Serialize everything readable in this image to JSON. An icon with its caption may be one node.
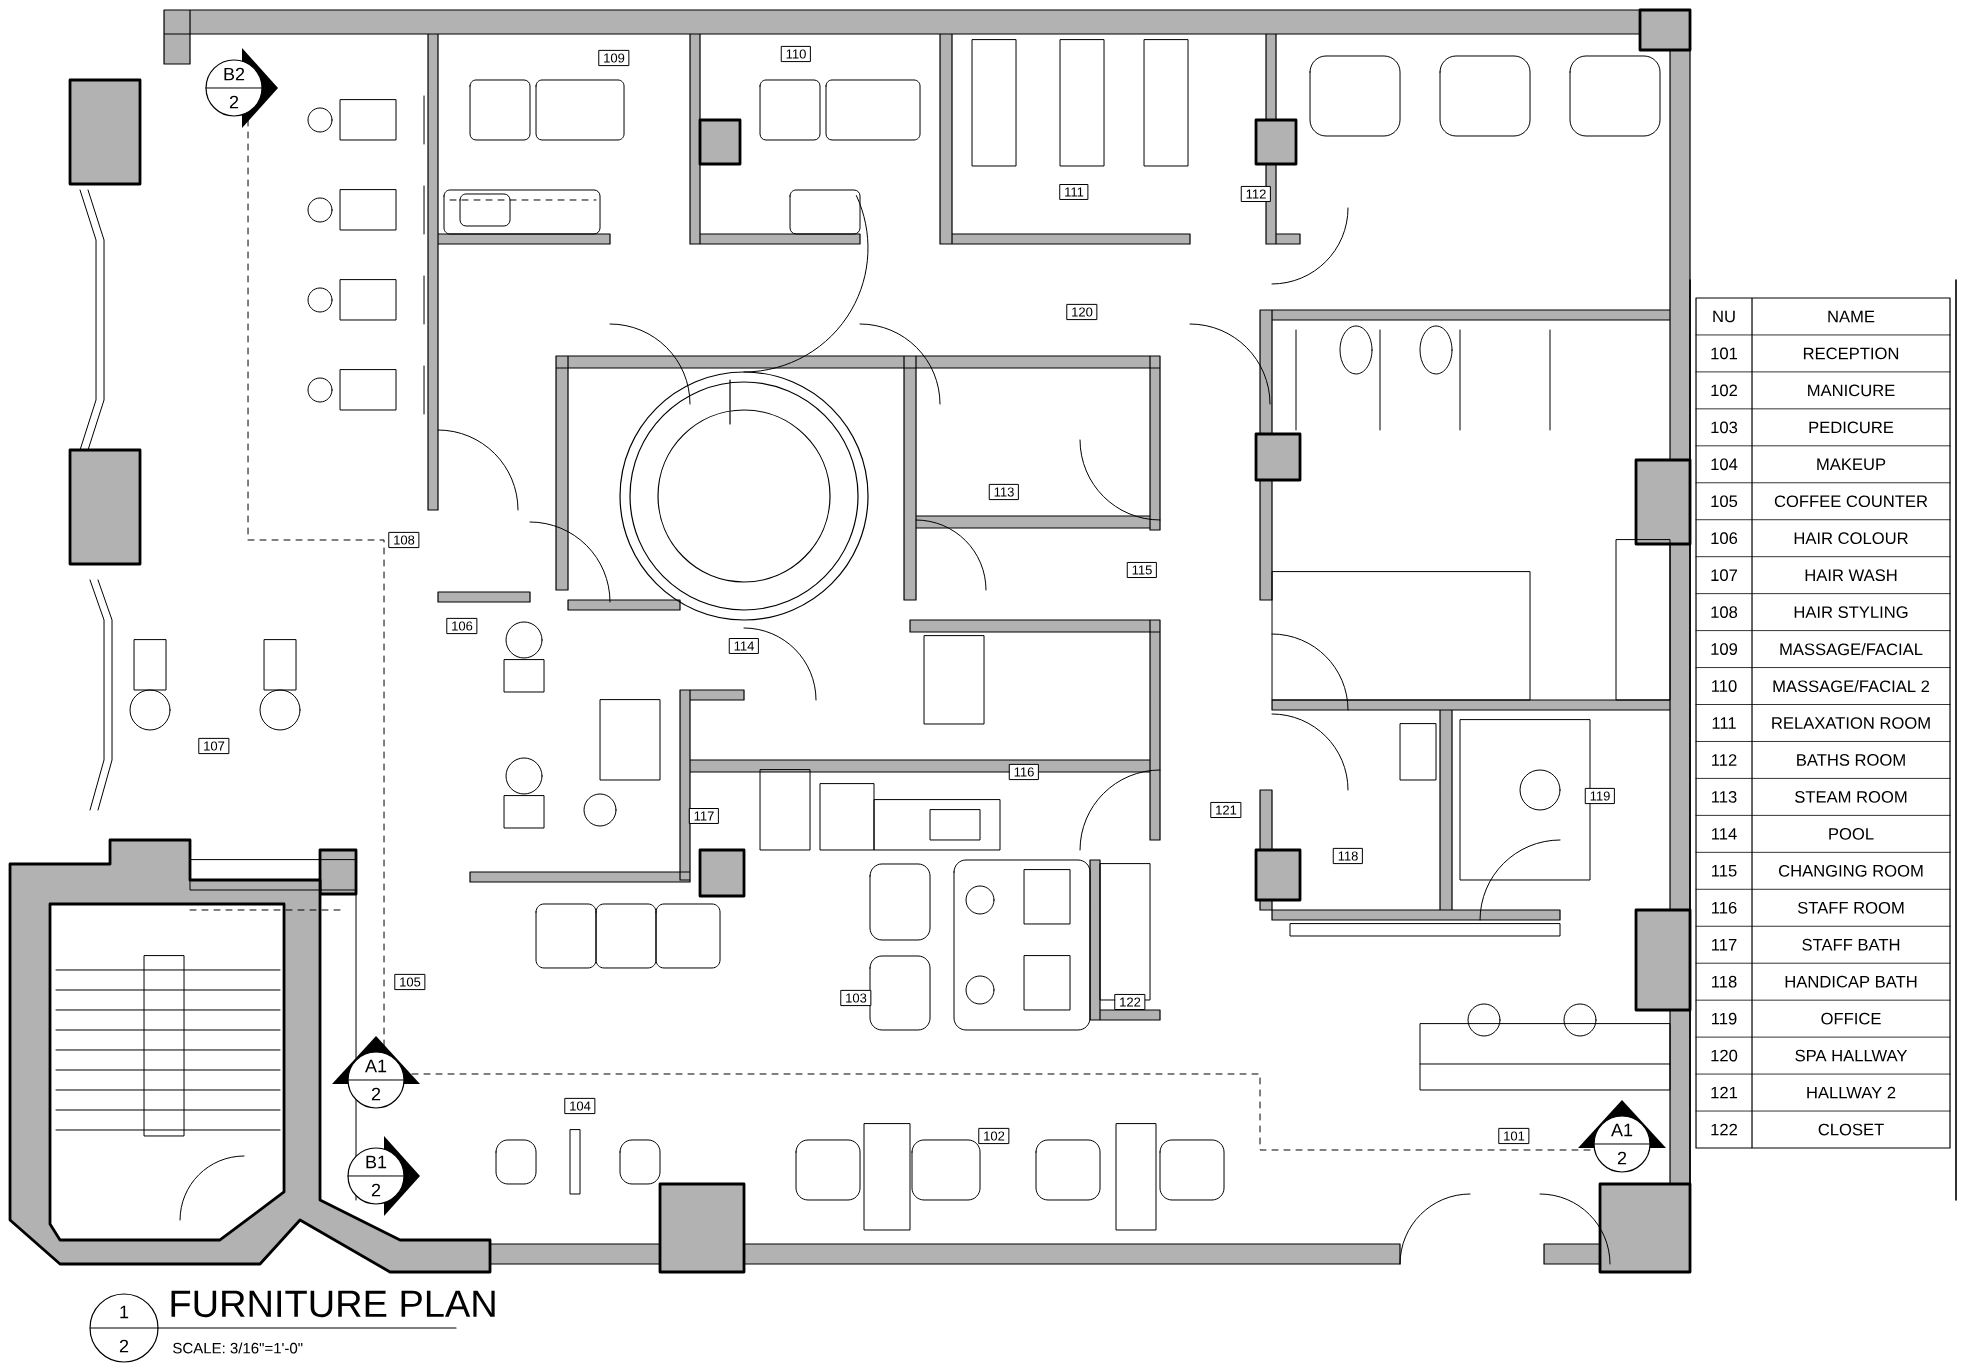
{
  "diagram": {
    "nodes": [
      {
        "text": [
          "101"
        ]
      },
      {
        "text": [
          "102"
        ]
      },
      {
        "text": [
          "103"
        ]
      },
      {
        "text": [
          "104"
        ]
      },
      {
        "text": [
          "105"
        ]
      },
      {
        "text": [
          "106"
        ]
      },
      {
        "text": [
          "107"
        ]
      },
      {
        "text": [
          "108"
        ]
      },
      {
        "text": [
          "109"
        ]
      },
      {
        "text": [
          "110"
        ]
      },
      {
        "text": [
          "111"
        ]
      },
      {
        "text": [
          "112"
        ]
      },
      {
        "text": [
          "113"
        ]
      },
      {
        "text": [
          "114"
        ]
      },
      {
        "text": [
          "115"
        ]
      },
      {
        "text": [
          "116"
        ]
      },
      {
        "text": [
          "117"
        ]
      },
      {
        "text": [
          "118"
        ]
      },
      {
        "text": [
          "119"
        ]
      },
      {
        "text": [
          "120"
        ]
      },
      {
        "text": [
          "121"
        ]
      },
      {
        "text": [
          "122"
        ]
      }
    ],
    "labels": [
      "B2",
      "2",
      "A1",
      "2",
      "B1",
      "2",
      "A1",
      "2",
      "NU",
      "NAME",
      "101",
      "RECEPTION",
      "102",
      "MANICURE",
      "103",
      "PEDICURE",
      "104",
      "MAKEUP",
      "105",
      "COFFEE COUNTER",
      "106",
      "HAIR COLOUR",
      "107",
      "HAIR WASH",
      "108",
      "HAIR STYLING",
      "109",
      "MASSAGE/FACIAL",
      "110",
      "MASSAGE/FACIAL 2",
      "111",
      "RELAXATION ROOM",
      "112",
      "BATHS ROOM",
      "113",
      "STEAM ROOM",
      "114",
      "POOL",
      "115",
      "CHANGING ROOM",
      "116",
      "STAFF ROOM",
      "117",
      "STAFF BATH",
      "118",
      "HANDICAP BATH",
      "119",
      "OFFICE",
      "120",
      "SPA HALLWAY",
      "121",
      "HALLWAY 2",
      "122",
      "CLOSET",
      "1",
      "2",
      "FURNITURE PLAN",
      "SCALE: 3/16\"=1'-0\""
    ]
  }
}
